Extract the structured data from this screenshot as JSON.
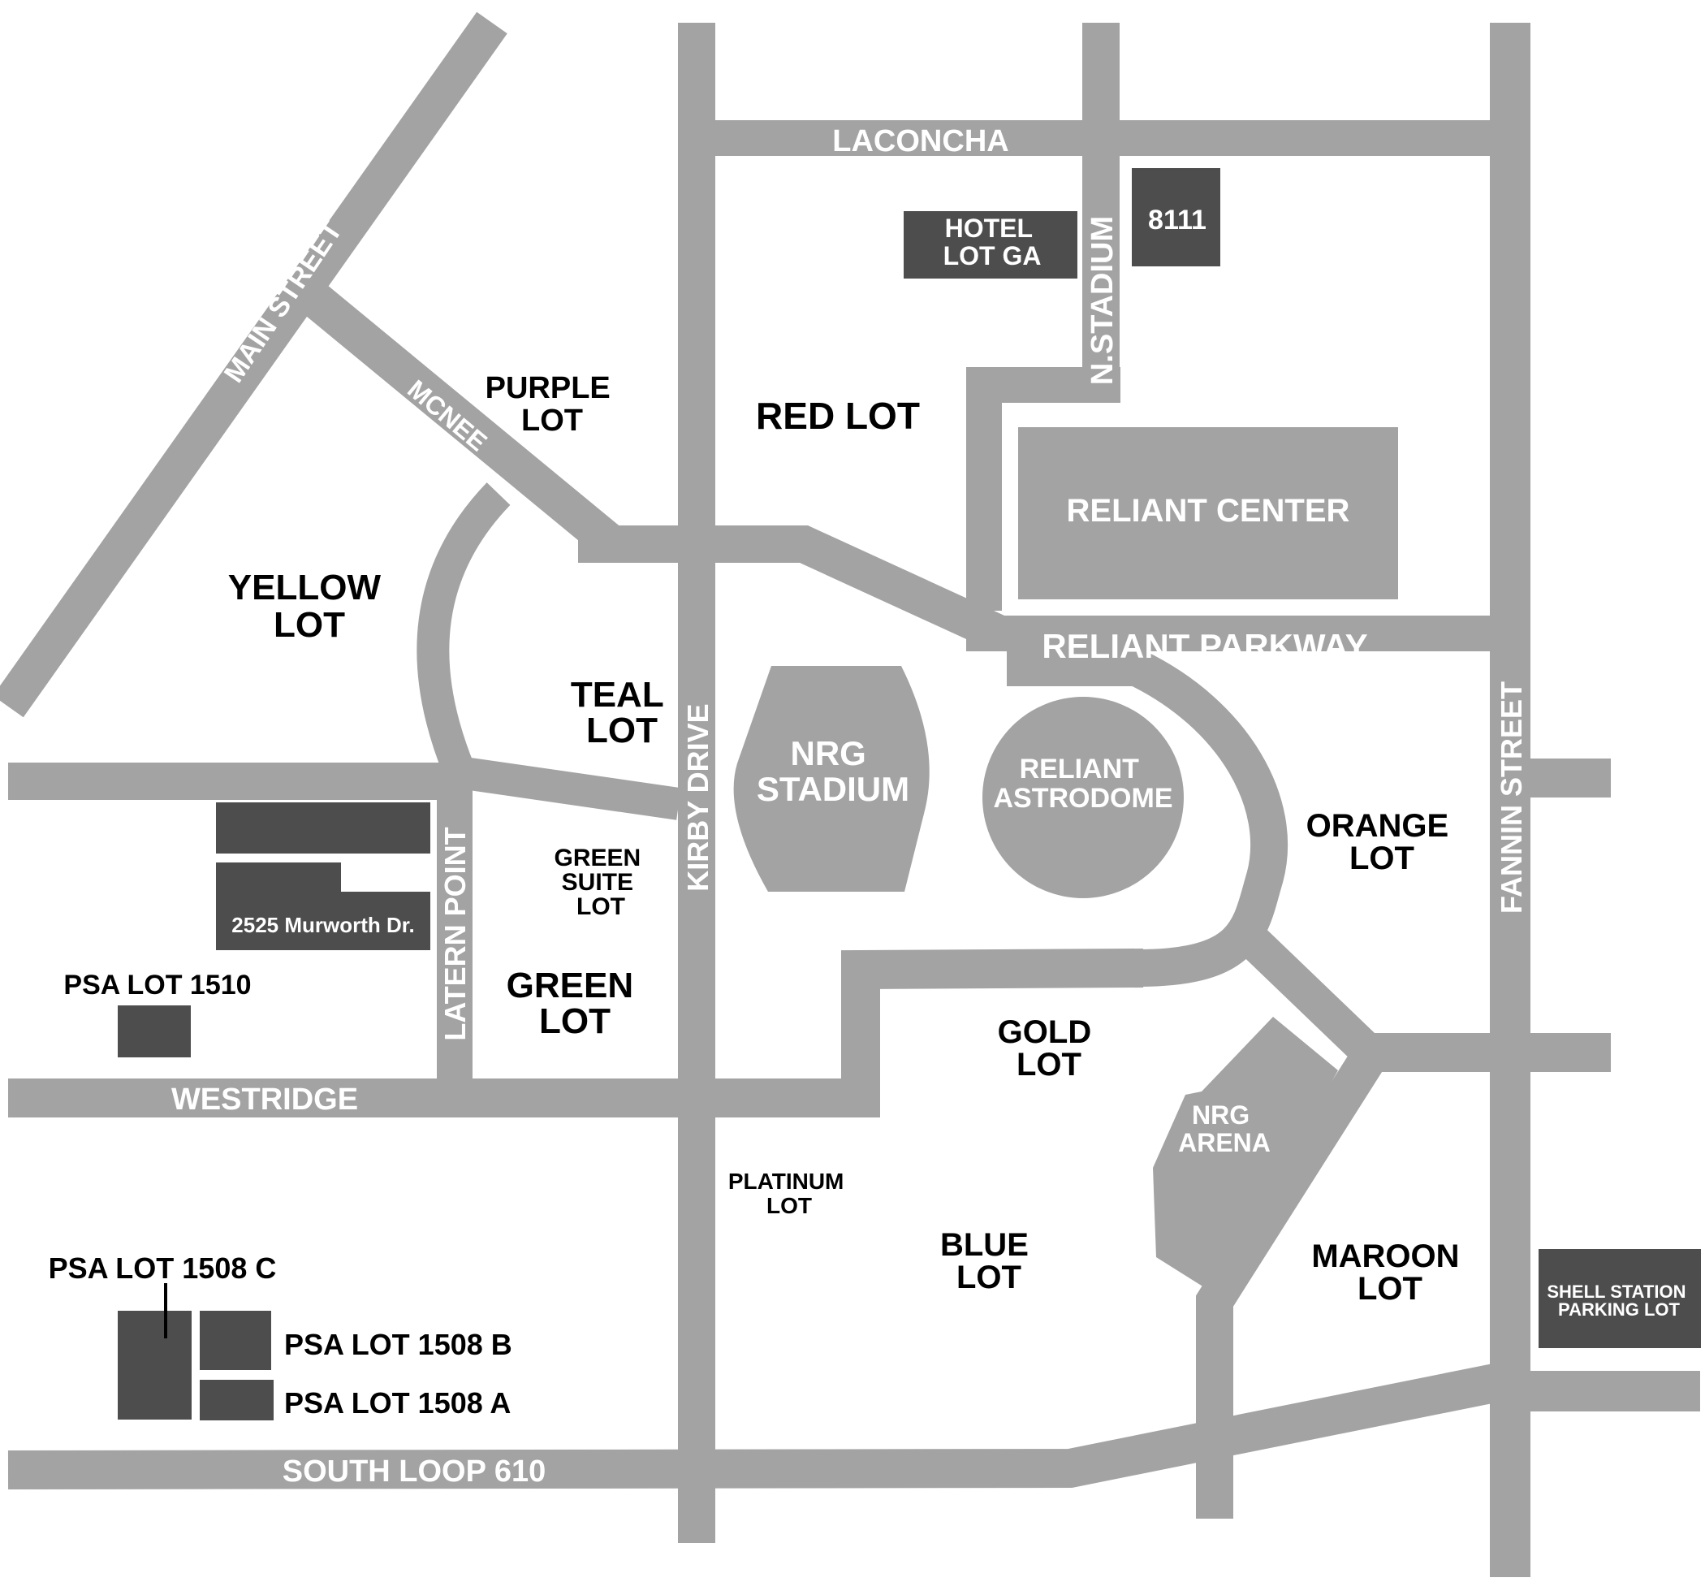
{
  "colors": {
    "road": "#a3a3a3",
    "dark_lot": "#4d4d4d",
    "building": "#a3a3a3",
    "background": "#ffffff"
  },
  "roads": {
    "laconcha": "LACONCHA",
    "main_street": "MAIN STREET",
    "mcnee": "MCNEE",
    "n_stadium": "N.STADIUM",
    "reliant_parkway": "RELIANT PARKWAY",
    "kirby_drive": "KIRBY DRIVE",
    "fannin_street": "FANNIN STREET",
    "latern_point": "LATERN POINT",
    "westridge": "WESTRIDGE",
    "south_loop": "SOUTH LOOP 610"
  },
  "lots": {
    "purple": [
      "PURPLE",
      "LOT"
    ],
    "red": "RED LOT",
    "yellow": [
      "YELLOW",
      "LOT"
    ],
    "teal": [
      "TEAL",
      "LOT"
    ],
    "green_suite": [
      "GREEN",
      "SUITE",
      "LOT"
    ],
    "green": [
      "GREEN",
      "LOT"
    ],
    "orange": [
      "ORANGE",
      "LOT"
    ],
    "gold": [
      "GOLD",
      "LOT"
    ],
    "platinum": [
      "PLATINUM",
      "LOT"
    ],
    "blue": [
      "BLUE",
      "LOT"
    ],
    "maroon": [
      "MAROON",
      "LOT"
    ],
    "psa_1510": "PSA LOT 1510",
    "psa_1508c": "PSA LOT 1508 C",
    "psa_1508b": "PSA LOT 1508 B",
    "psa_1508a": "PSA LOT 1508 A"
  },
  "buildings": {
    "hotel": [
      "HOTEL",
      "LOT GA"
    ],
    "b8111": "8111",
    "reliant_center": "RELIANT CENTER",
    "nrg_stadium": [
      "NRG",
      "STADIUM"
    ],
    "astrodome": [
      "RELIANT",
      "ASTRODOME"
    ],
    "nrg_arena": [
      "NRG",
      "ARENA"
    ],
    "murworth": "2525 Murworth Dr.",
    "shell": [
      "SHELL STATION",
      "PARKING LOT"
    ]
  }
}
